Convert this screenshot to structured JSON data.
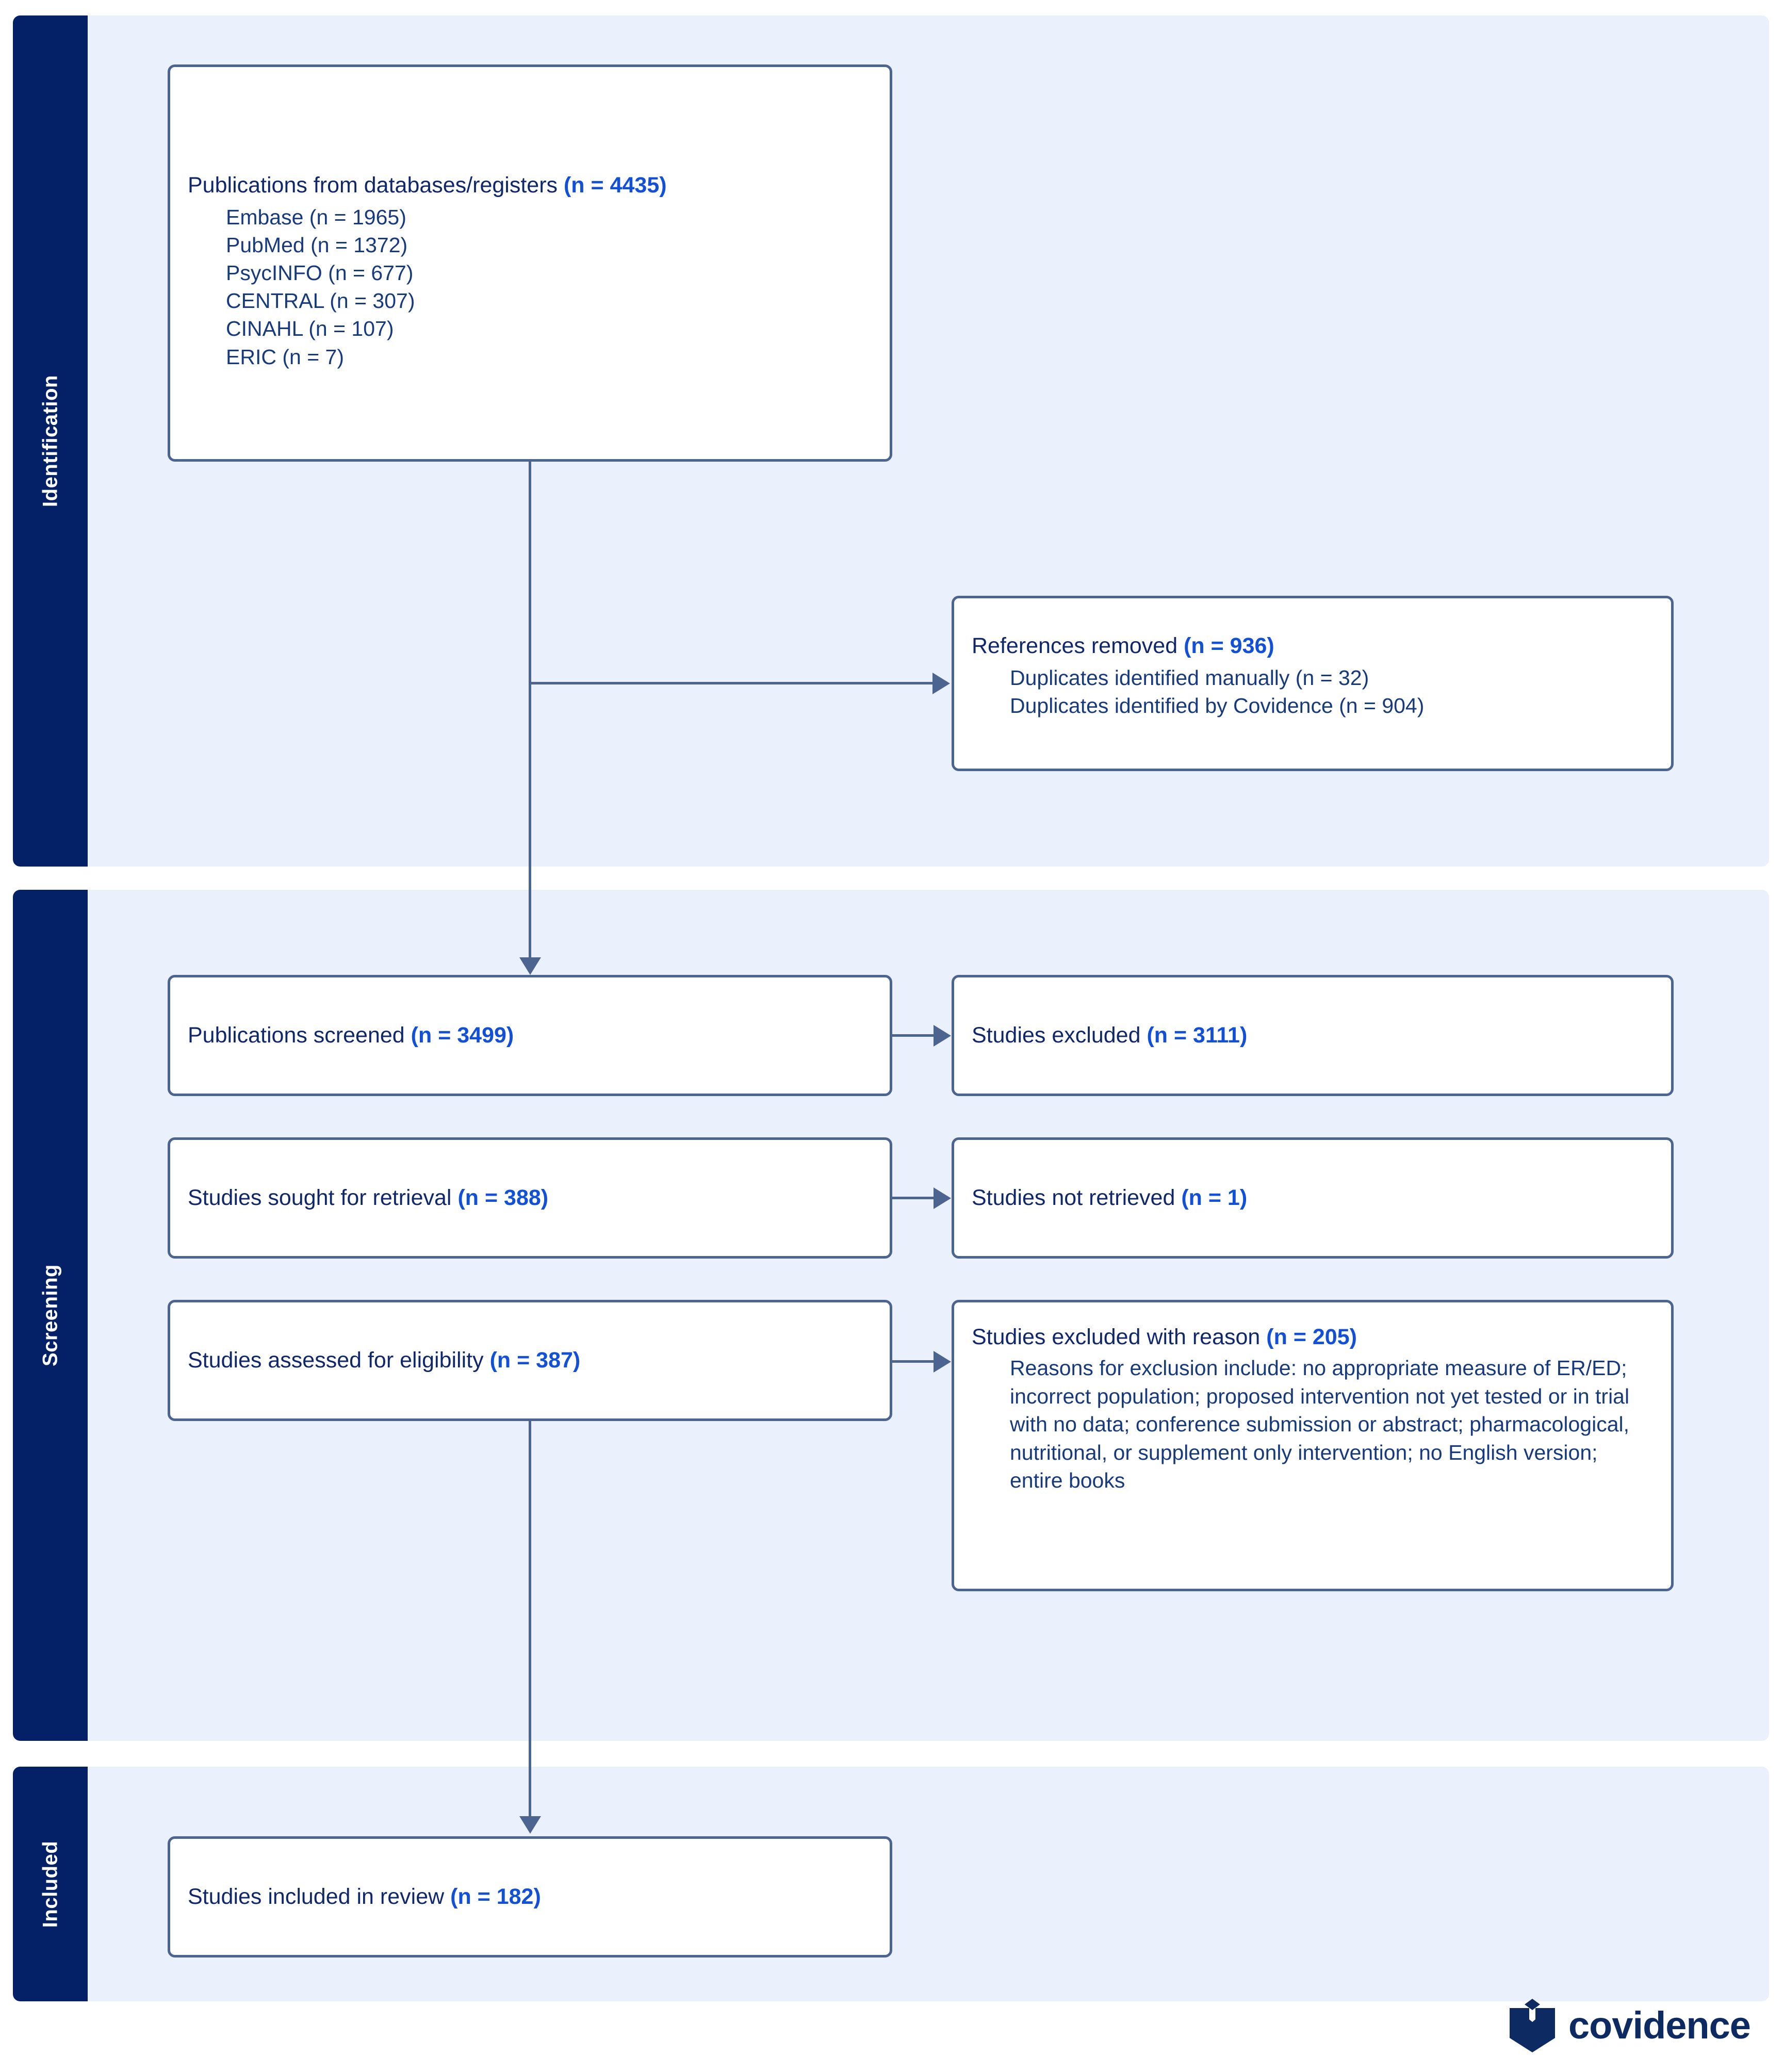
{
  "diagram": {
    "type": "prisma-flow-diagram",
    "accent_dark_navy": "#042066",
    "accent_panel_bg": "#eaf1fd",
    "accent_box_border": "#4c6590",
    "accent_text": "#10286b",
    "accent_count": "#1250d8"
  },
  "stages": [
    {
      "id": "identification",
      "label": "Identification"
    },
    {
      "id": "screening",
      "label": "Screening"
    },
    {
      "id": "included",
      "label": "Included"
    }
  ],
  "boxes": {
    "records_identified": {
      "title": "Publications from databases/registers",
      "count": "(n = 4435)",
      "sources": [
        "Embase (n = 1965)",
        "PubMed (n = 1372)",
        "PsycINFO (n = 677)",
        "CENTRAL (n = 307)",
        "CINAHL (n = 107)",
        "ERIC (n = 7)"
      ]
    },
    "references_removed": {
      "title": "References removed",
      "count": "(n = 936)",
      "details": [
        "Duplicates identified manually (n = 32)",
        "Duplicates identified by Covidence (n = 904)"
      ]
    },
    "publications_screened": {
      "title": "Publications screened",
      "count": "(n = 3499)"
    },
    "studies_excluded": {
      "title": "Studies excluded",
      "count": "(n = 3111)"
    },
    "studies_sought": {
      "title": "Studies sought for retrieval",
      "count": "(n = 388)"
    },
    "studies_not_retrieved": {
      "title": "Studies not retrieved",
      "count": "(n = 1)"
    },
    "studies_assessed": {
      "title": "Studies assessed for eligibility",
      "count": "(n = 387)"
    },
    "studies_excluded_reason": {
      "title": "Studies excluded with reason",
      "count": "(n = 205)",
      "reason": "Reasons for exclusion include: no appropriate measure of ER/ED; incorrect population; proposed intervention not yet tested or in trial with no data; conference submission or abstract; pharmacological, nutritional, or supplement only intervention; no English version; entire books"
    },
    "studies_included": {
      "title": "Studies included in review",
      "count": "(n = 182)"
    }
  },
  "logo": {
    "wordmark": "covidence",
    "mark_name": "covidence-shield-icon"
  }
}
